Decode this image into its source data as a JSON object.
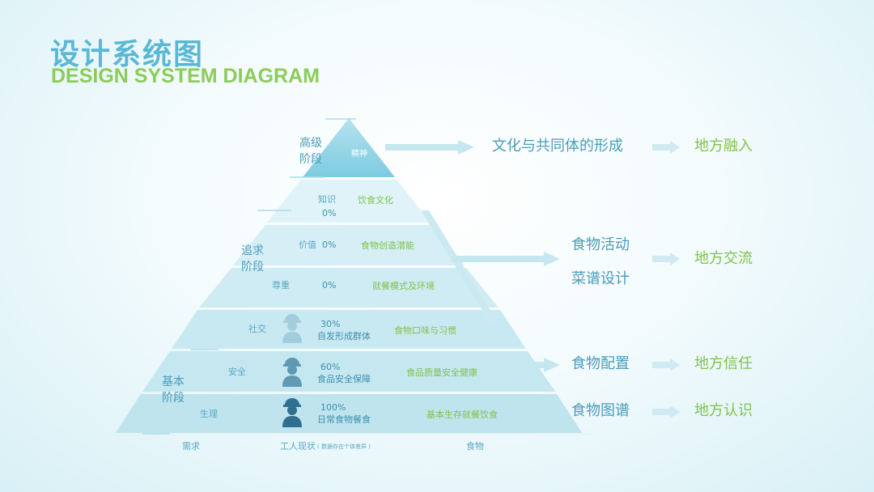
{
  "title": {
    "cn": "设计系统图",
    "en": "DESIGN SYSTEM DIAGRAM"
  },
  "stages": {
    "high": "高级\n阶段",
    "pursuit": "追求\n阶段",
    "basic": "基本\n阶段"
  },
  "apex": "精神",
  "layers": [
    {
      "need": "知识",
      "pct": "0%",
      "food": "饮食文化"
    },
    {
      "need": "价值",
      "pct": "0%",
      "food": "食物创造潜能"
    },
    {
      "need": "尊重",
      "pct": "0%",
      "food": "就餐模式及环境"
    },
    {
      "need": "社交",
      "pct": "30%",
      "desc": "自发形成群体",
      "food": "食物口味与习惯"
    },
    {
      "need": "安全",
      "pct": "60%",
      "desc": "食品安全保障",
      "food": "食品质量安全健康"
    },
    {
      "need": "生理",
      "pct": "100%",
      "desc": "日常食物餐食",
      "food": "基本生存就餐饮食"
    }
  ],
  "footer": {
    "need": "需求",
    "status": "工人现状",
    "note": "( 数据存在个体差异 )",
    "food": "食物"
  },
  "outcomes": [
    {
      "left": "文化与共同体的形成",
      "right": "地方融入"
    },
    {
      "left": "食物活动",
      "left2": "菜谱设计",
      "right": "地方交流"
    },
    {
      "left": "食物配置",
      "right": "地方信任"
    },
    {
      "left": "食物图谱",
      "right": "地方认识"
    }
  ],
  "icons": [
    "worker-helmet-icon",
    "worker-helmet-icon",
    "worker-helmet-icon"
  ],
  "colors": {
    "blue": "#5ab8d4",
    "green": "#8ccc5a"
  }
}
